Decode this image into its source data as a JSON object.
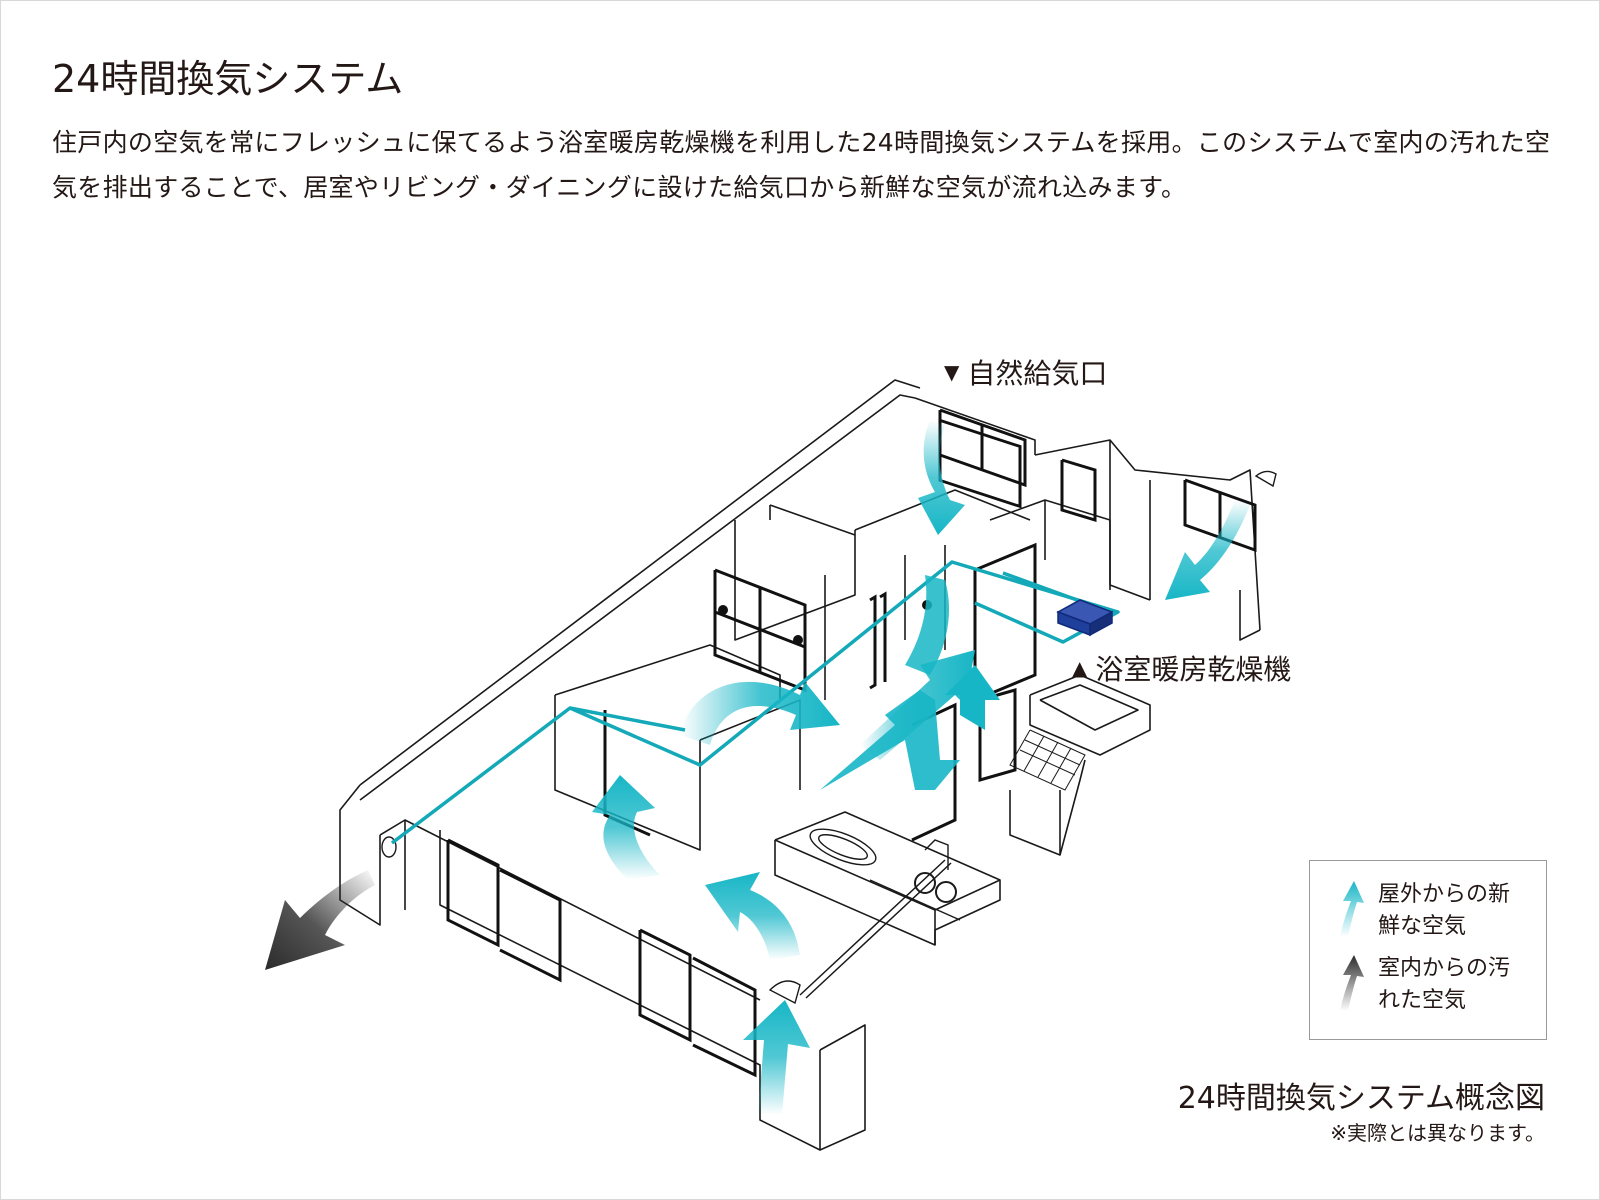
{
  "heading": {
    "title": "24時間換気システム",
    "description": "住戸内の空気を常にフレッシュに保てるよう浴室暖房乾燥機を利用した24時間換気システムを採用。このシステムで室内の汚れた空気を排出することで、居室やリビング・ダイニングに設けた給気口から新鮮な空気が流れ込みます。"
  },
  "callouts": {
    "natural_inlet": "自然給気口",
    "bathroom_dryer": "浴室暖房乾燥機"
  },
  "legend": {
    "fresh_air": "屋外からの新鮮な空気",
    "stale_air": "室内からの汚れた空気"
  },
  "caption": {
    "title": "24時間換気システム概念図",
    "note": "※実際とは異なります。"
  },
  "colors": {
    "fresh_air": "#17b6c6",
    "stale_air": "#2b2b2b",
    "duct": "#13a9b8",
    "dryer_unit": "#1f3f9c",
    "lines": "#1a1a1a"
  }
}
